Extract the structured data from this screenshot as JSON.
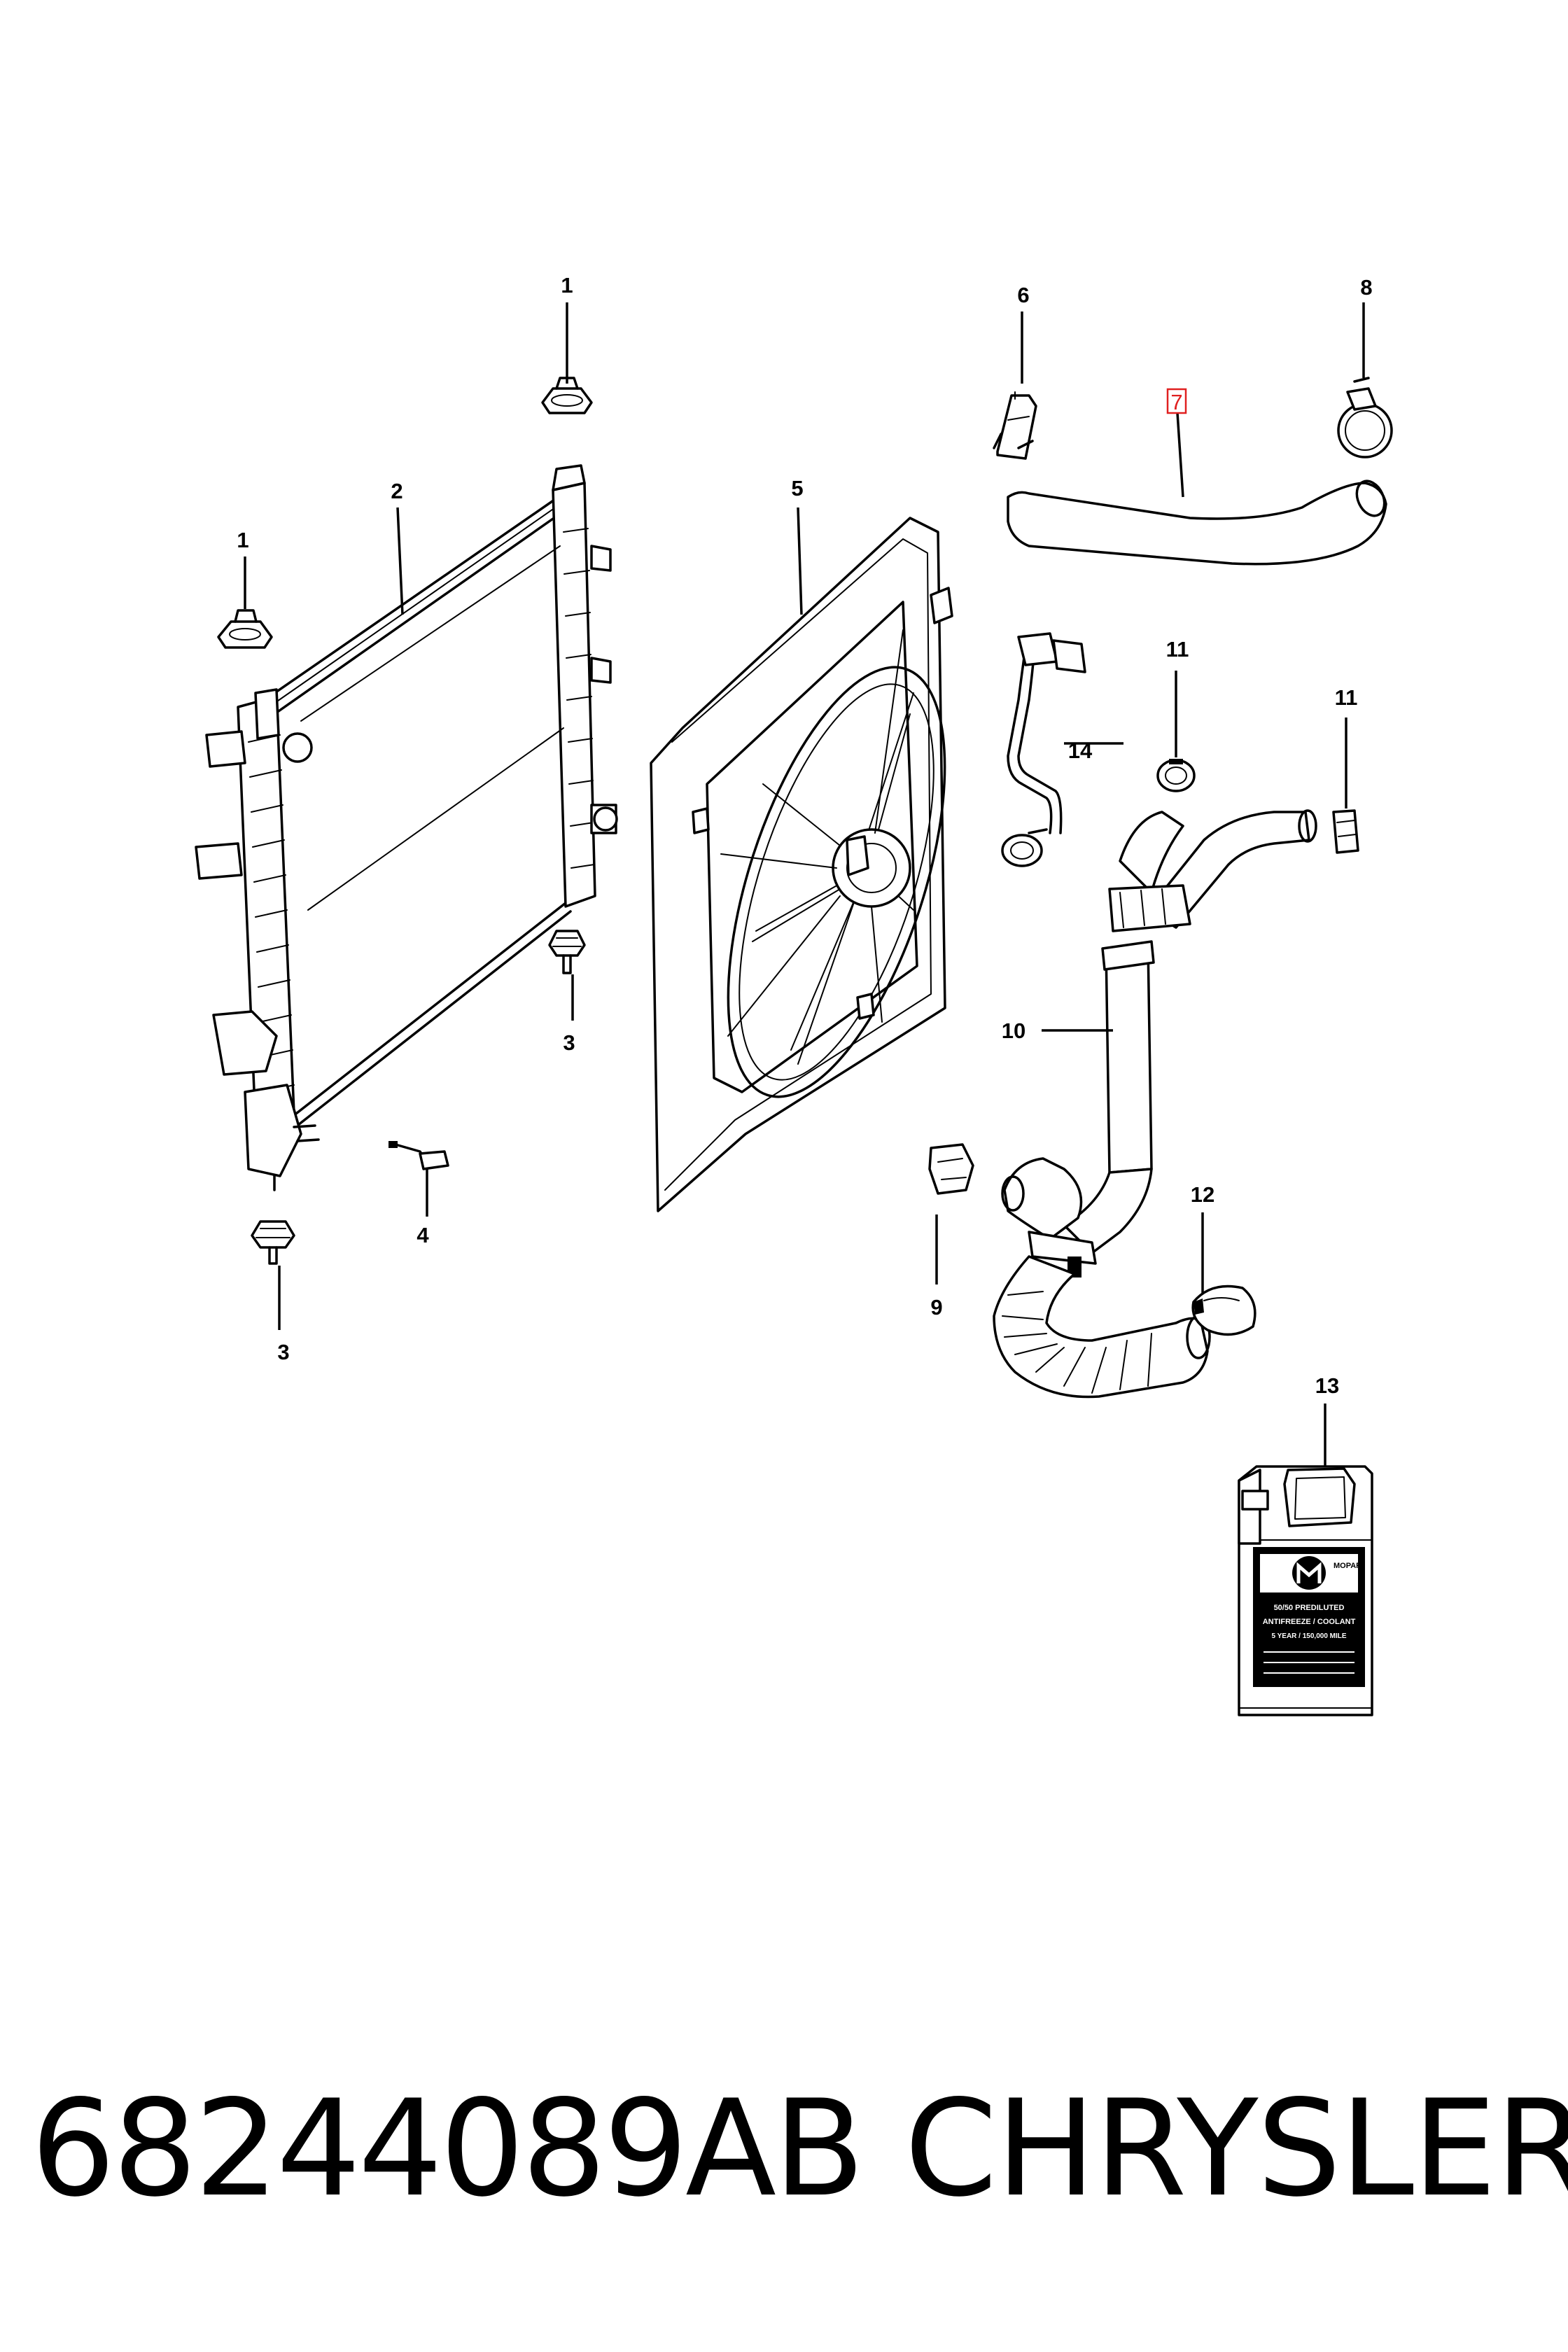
{
  "callouts": {
    "c1a": "1",
    "c1b": "1",
    "c2": "2",
    "c3a": "3",
    "c3b": "3",
    "c4": "4",
    "c5": "5",
    "c6": "6",
    "c7": "7",
    "c8": "8",
    "c9": "9",
    "c10": "10",
    "c11a": "11",
    "c11b": "11",
    "c12": "12",
    "c13": "13",
    "c14": "14"
  },
  "highlighted_callout": "7",
  "highlight_color": "#e02020",
  "jug_label": {
    "brand": "MOPAR",
    "line1": "50/50 PREDILUTED",
    "line2": "ANTIFREEZE / COOLANT",
    "line3": "5 YEAR / 150,000 MILE"
  },
  "caption": {
    "part_number": "68244089AB",
    "brand": "CHRYSLER"
  }
}
